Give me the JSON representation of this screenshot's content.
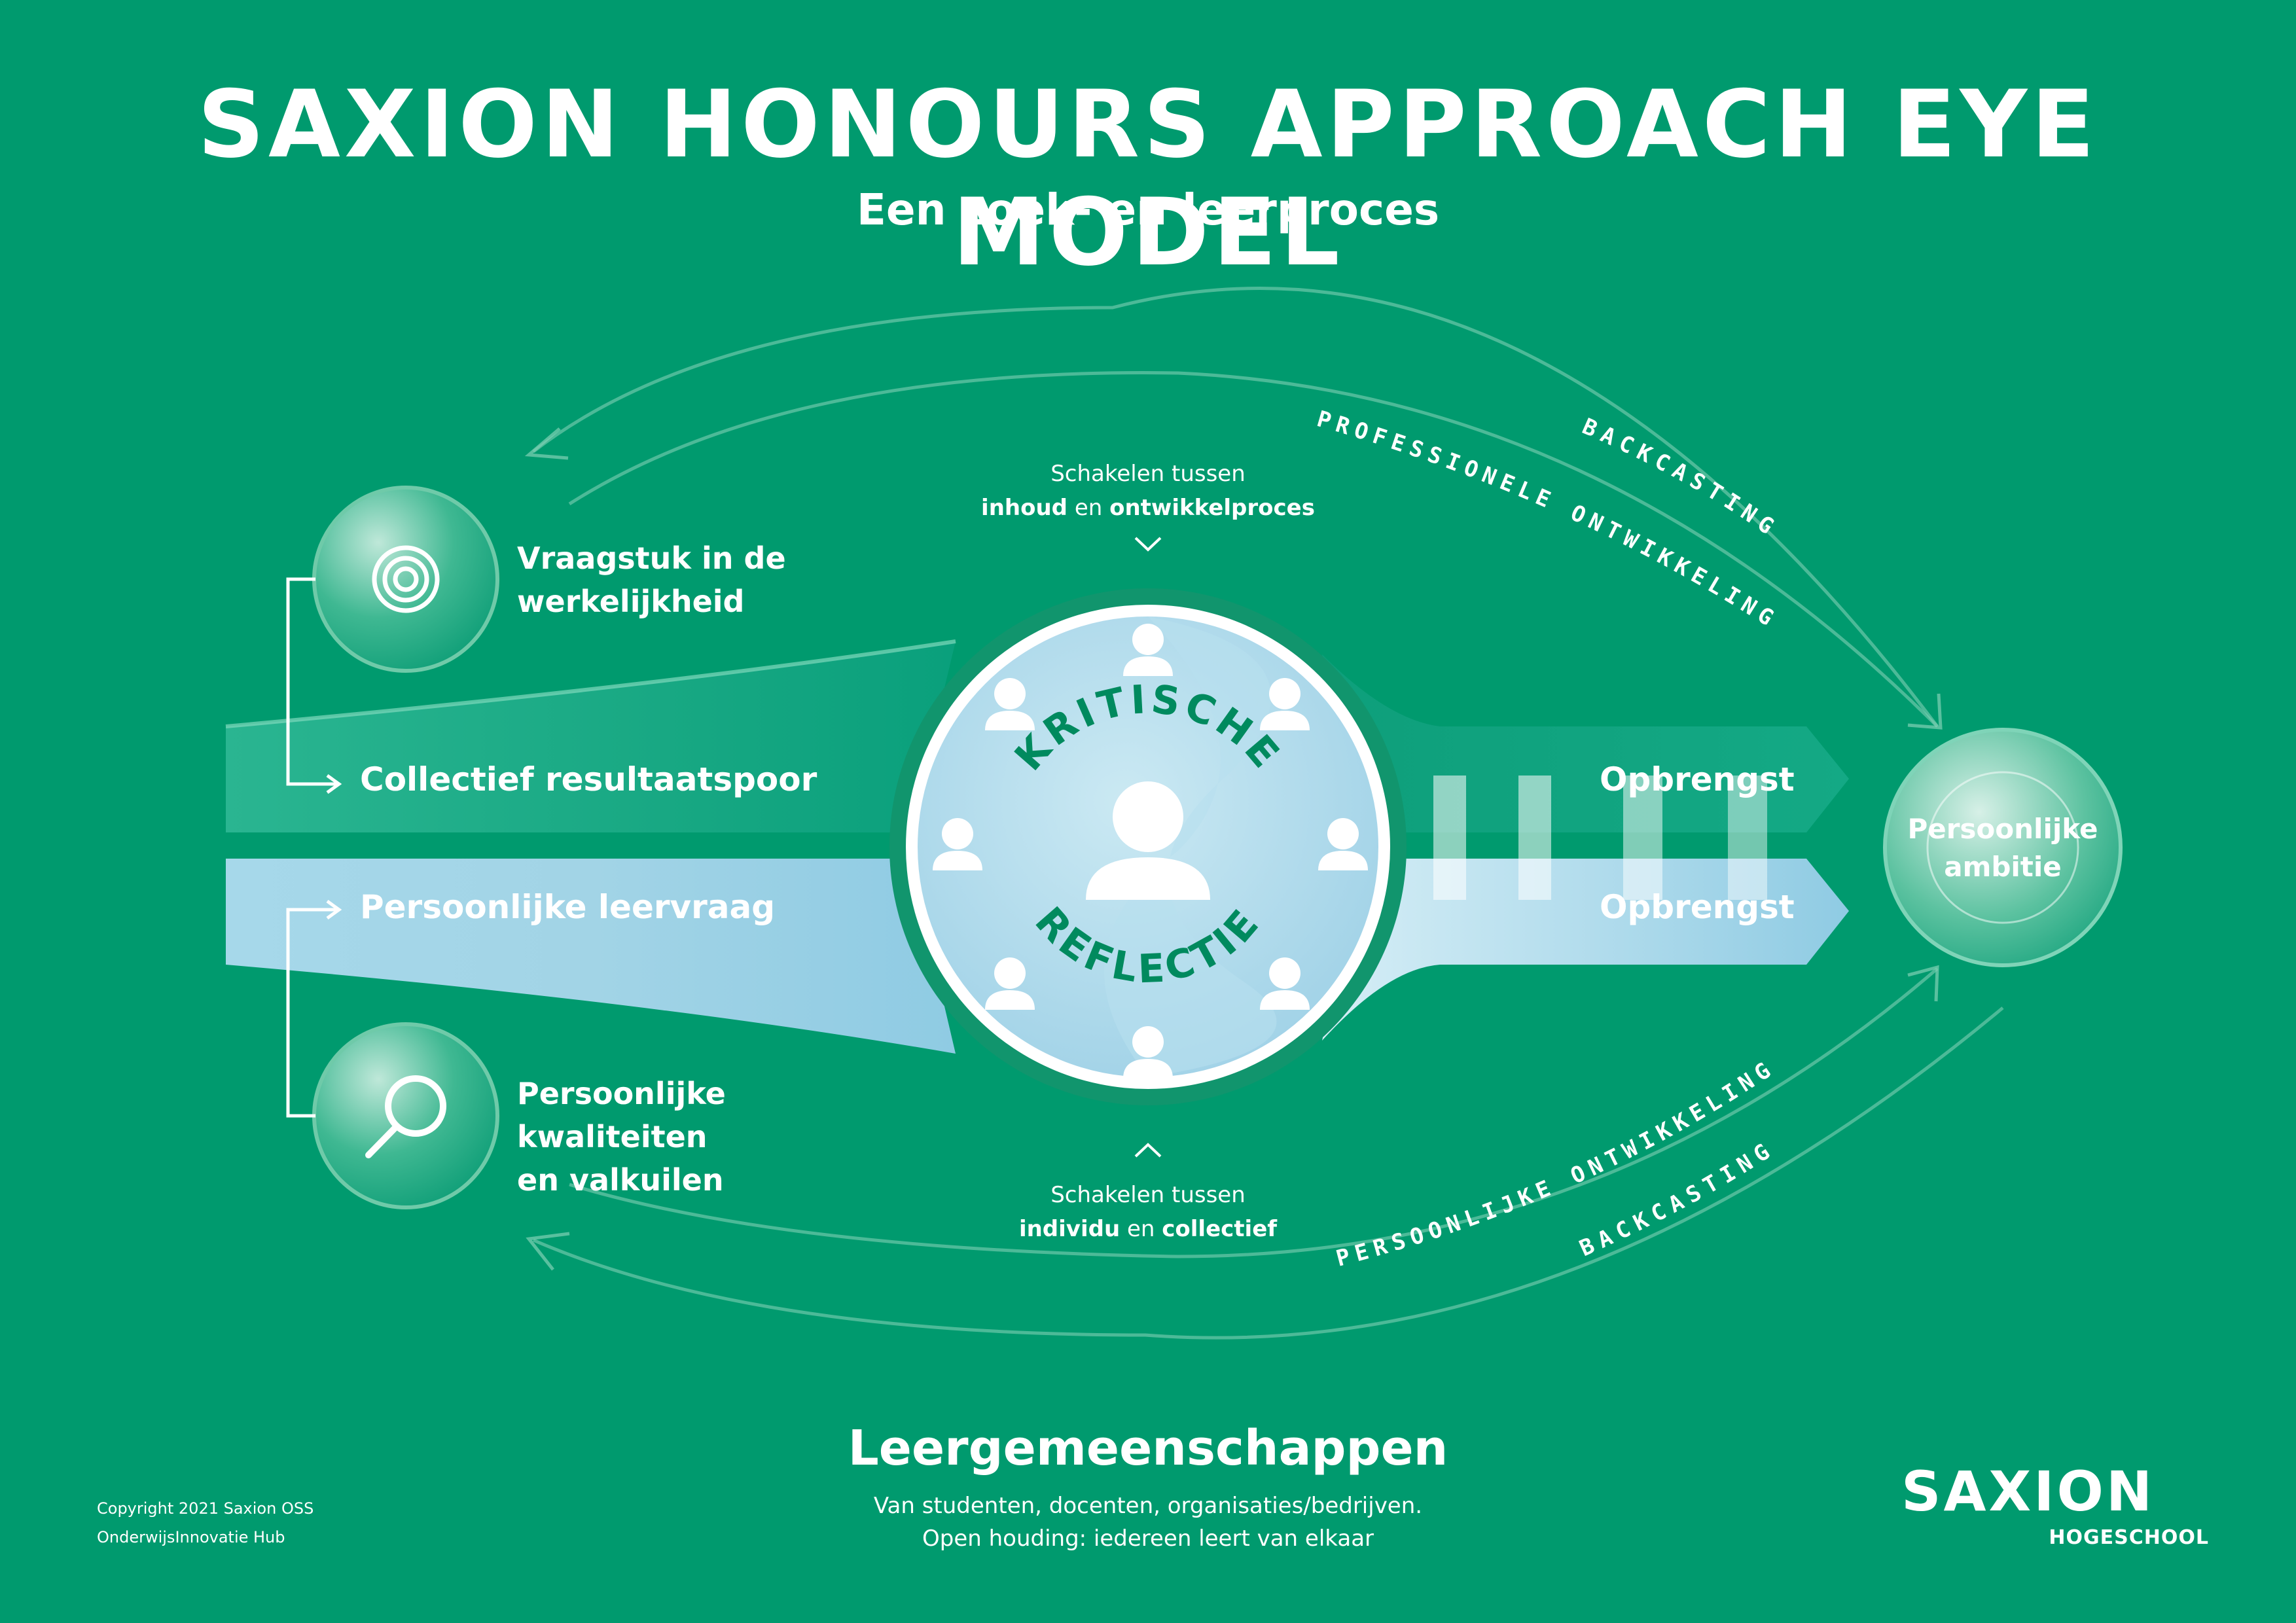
{
  "title": "SAXION HONOURS APPROACH EYE MODEL",
  "subtitle": "Een zoek- en leerproces",
  "top_switch": {
    "line1": "Schakelen tussen",
    "a": "inhoud",
    "en": "en",
    "b": "ontwikkelproces"
  },
  "bottom_switch": {
    "line1": "Schakelen tussen",
    "a": "individu",
    "en": "en",
    "b": "collectief"
  },
  "left_nodes": {
    "top": {
      "label_line1": "Vraagstuk in de",
      "label_line2": "werkelijkheid",
      "icon": "target-icon"
    },
    "bottom": {
      "label_line1": "Persoonlijke kwaliteiten",
      "label_line2": "en valkuilen",
      "icon": "magnifier-icon"
    }
  },
  "streams": {
    "upper": {
      "label": "Collectief resultaatspoor",
      "output": "Opbrengst"
    },
    "lower": {
      "label": "Persoonlijke leervraag",
      "output": "Opbrengst"
    }
  },
  "center": {
    "word1": "KRITISCHE",
    "word2": "REFLECTIE"
  },
  "goal": {
    "line1": "Persoonlijke",
    "line2": "ambitie"
  },
  "arc_labels": {
    "top_outer": "BACKCASTING",
    "top_inner": "PROFESSIONELE ONTWIKKELING",
    "bottom_inner": "PERSOONLIJKE ONTWIKKELING",
    "bottom_outer": "BACKCASTING"
  },
  "footer": {
    "title": "Leergemeenschappen",
    "line1": "Van studenten, docenten, organisaties/bedrijven.",
    "line2": "Open houding: iedereen leert van elkaar"
  },
  "copyright": {
    "line1": "Copyright 2021 Saxion OSS",
    "line2": "OnderwijsInnovatie Hub"
  },
  "logo": {
    "name": "SAXION",
    "sub": "HOGESCHOOL"
  },
  "colors": {
    "background": "#009a6e",
    "upper_stream": "#2bb38e",
    "lower_stream": "#9fd6ea",
    "center_text": "#008a5e"
  }
}
